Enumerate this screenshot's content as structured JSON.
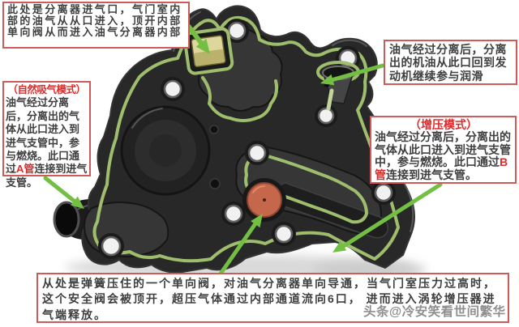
{
  "annotations": {
    "inlet_note": {
      "text": "此处是分离器进气口，气门室内部的油气从从口进入，顶开内部单向阀从而进入油气分离器内部"
    },
    "oil_return_note": {
      "text": "油气经过分离后，分离出的机油从此口回到发动机继续参与润滑"
    },
    "natural_mode_note": {
      "title": "（自然吸气模式）",
      "body_start": "油气经过分离后，分离出的气体从此口进入到进气支管中，参与燃烧。此口通过",
      "pipe_label": "A管",
      "body_end": "连接到进气支管。"
    },
    "boost_mode_note": {
      "title": "（增压模式）",
      "body_start": "油气经过分离后，分离出的气体从此口进入到进气支管中，参与燃烧。此口通过",
      "pipe_label": "B管",
      "body_end": "连接到进气支管。"
    },
    "valve_note": {
      "text": "从处是弹簧压住的一个单向阀，对油气分离器单向导通，当气门室压力过高时，这个安全阀会被顶开，超压气体通过内部通道流向6口， 进而进入涡轮增压器进气端释放。"
    }
  },
  "watermark": {
    "text": "头条@冷安笑看世间繁华"
  },
  "colors": {
    "annotation_border": "#cf5a5a",
    "annotation_text": "#3f3f3f",
    "highlight_red": "#e02a2a",
    "arrow_green": "#72bf44",
    "gasket_green": "#9fbe6d",
    "valve_orange": "#c4674b",
    "inlet_yellow": "#ddd79c",
    "part_black": "#282828",
    "background": "#ffffff"
  }
}
